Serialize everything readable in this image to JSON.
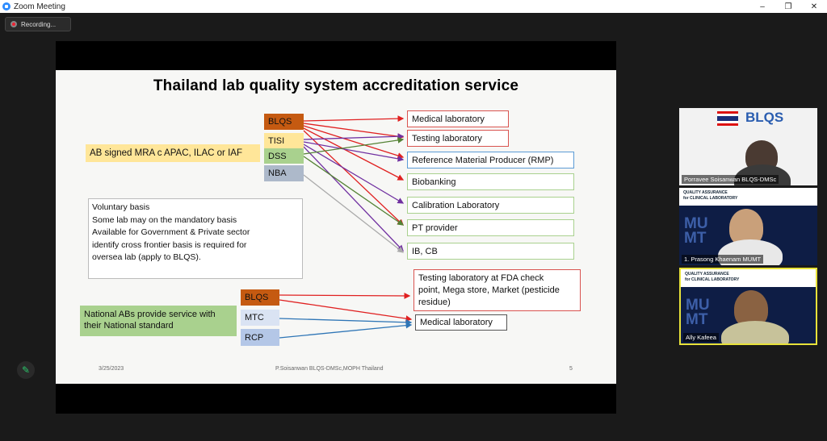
{
  "window": {
    "title": "Zoom Meeting",
    "minimize": "–",
    "restore": "❐",
    "close": "✕"
  },
  "recording": {
    "label": "Recording..."
  },
  "slide": {
    "title": "Thailand lab quality system accreditation service",
    "sources_top": [
      "BLQS",
      "TISI",
      "DSS",
      "NBA"
    ],
    "mra_label": "AB signed MRA c APAC, ILAC or IAF",
    "destinations_top": [
      "Medical laboratory",
      "Testing laboratory",
      "Reference Material Producer (RMP)",
      "Biobanking",
      "Calibration Laboratory",
      "PT provider",
      "IB, CB"
    ],
    "note_lines": [
      "Voluntary basis",
      "Some lab may on the mandatory basis",
      "Available for Government & Private sector",
      "identify cross frontier basis  is required for",
      "oversea lab (apply to BLQS)."
    ],
    "sources_bottom": [
      "BLQS",
      "MTC",
      "RCP"
    ],
    "national_label_1": "National ABs provide service with",
    "national_label_2": "their National standard",
    "dest_bottom_1_line1": "Testing laboratory at FDA check",
    "dest_bottom_1_line2": "point, Mega store, Market (pesticide",
    "dest_bottom_1_line3": "residue)",
    "dest_bottom_2": "Medical laboratory",
    "footer_date": "3/25/2023",
    "footer_center": "P.Soisanwan BLQS-DMSc,MOPH Thailand",
    "footer_page": "5"
  },
  "participants": [
    {
      "name": "Porravee Soisanwan  BLQS-DMSc",
      "logo": "BLQS"
    },
    {
      "name": "1. Prasong Khaenam  MUMT",
      "banner_1": "QUALITY ASSURANCE",
      "banner_2": "for CLINICAL LABORATORY",
      "mark": "MU MT"
    },
    {
      "name": "Ally Kafeea",
      "banner_1": "QUALITY ASSURANCE",
      "banner_2": "for CLINICAL LABORATORY",
      "mark": "MU MT"
    }
  ],
  "colors": {
    "blqs": "#c55a11",
    "tisi": "#ffe699",
    "dss": "#a9d18e",
    "nba": "#adb9ca",
    "mtc": "#dae3f3",
    "rcp": "#b4c7e7",
    "mra_bg": "#ffe699",
    "national_bg": "#a9d18e",
    "arrow_red": "#e02020",
    "arrow_purple": "#7030a0",
    "arrow_green": "#548235",
    "arrow_gray": "#aaaaaa",
    "arrow_blue": "#2e75b6",
    "active_speaker": "#e8e23a"
  },
  "icons": {
    "pip": "pencil-icon",
    "record": "record-icon"
  }
}
